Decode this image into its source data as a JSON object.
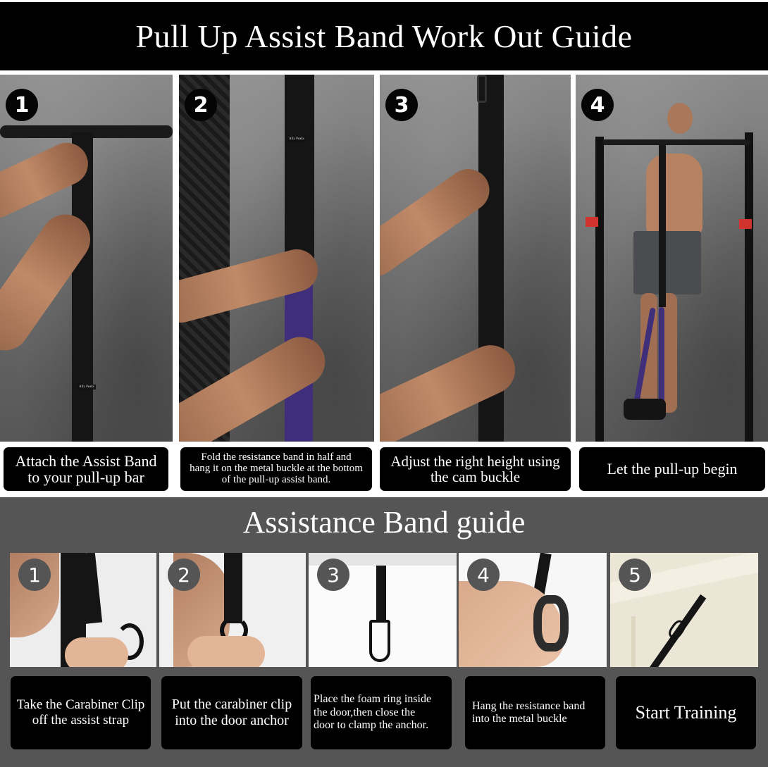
{
  "header": {
    "title": "Pull Up Assist Band Work Out Guide"
  },
  "workout_steps": [
    {
      "number": "1",
      "caption_line1": "Attach the Assist Band",
      "caption_line2": "to your pull-up bar",
      "image_alt": "Hands attaching assist band strap to a pull-up bar"
    },
    {
      "number": "2",
      "caption_line1": "Fold the resistance band in half and",
      "caption_line2": "hang it on the metal buckle at the bottom",
      "caption_line3": "of the pull-up assist band.",
      "image_alt": "Hands hooking purple resistance band onto metal buckle",
      "strap_label": "Ally Peaks"
    },
    {
      "number": "3",
      "caption_line1": "Adjust the right height using",
      "caption_line2": "the cam buckle",
      "image_alt": "Hand adjusting cam buckle on strap"
    },
    {
      "number": "4",
      "caption": "Let the pull-up begin",
      "image_alt": "Man performing assisted pull-up with purple band under feet"
    }
  ],
  "band_guide": {
    "title": "Assistance Band guide",
    "steps": [
      {
        "number": "1",
        "caption_line1": "Take the Carabiner Clip",
        "caption_line2": "off the assist strap",
        "image_alt": "Carabiner clip being removed from strap"
      },
      {
        "number": "2",
        "caption_line1": "Put the carabiner clip",
        "caption_line2": "into the door anchor",
        "image_alt": "Carabiner clip attached to door anchor"
      },
      {
        "number": "3",
        "caption_line1": "Place the foam ring inside",
        "caption_line2": "the door,then close the",
        "caption_line3": "door to clamp the anchor.",
        "image_alt": "Door anchor hanging from closed door"
      },
      {
        "number": "4",
        "caption_line1": "Hang the resistance band",
        "caption_line2": "into the metal buckle",
        "image_alt": "Resistance band hung into metal buckle"
      },
      {
        "number": "5",
        "caption": "Start Training",
        "image_alt": "Strap anchored at top of door frame"
      }
    ]
  },
  "colors": {
    "header_bg": "#000000",
    "lower_section_bg": "#555556",
    "caption_bg": "#000000",
    "text": "#ffffff",
    "band_purple": "#3f2f7a"
  }
}
